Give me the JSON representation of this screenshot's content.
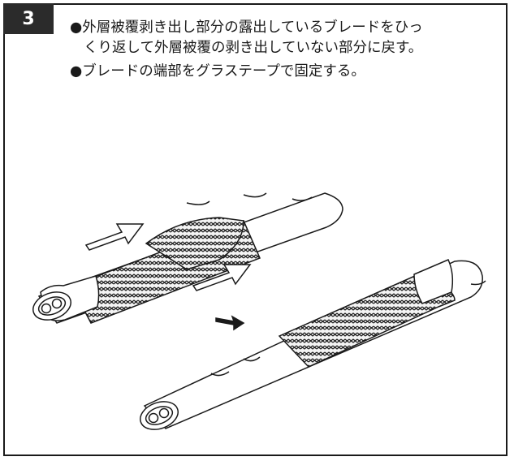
{
  "step": {
    "number": "3"
  },
  "instructions": [
    {
      "bullet": "●",
      "lines": [
        "外層被覆剥き出し部分の露出しているブレードをひっ",
        "くり返して外層被覆の剥き出していない部分に戻す。"
      ]
    },
    {
      "bullet": "●",
      "lines": [
        "ブレードの端部をグラステープで固定する。"
      ]
    }
  ],
  "illustration": {
    "cable_before": {
      "label": ""
    },
    "cable_after": {
      "label": ""
    },
    "arrows": [
      "slide-direction-arrow",
      "slide-direction-arrow",
      "result-arrow"
    ]
  },
  "colors": {
    "line": "#1a1a1a",
    "badge": "#2b2b2b",
    "background": "#ffffff"
  }
}
